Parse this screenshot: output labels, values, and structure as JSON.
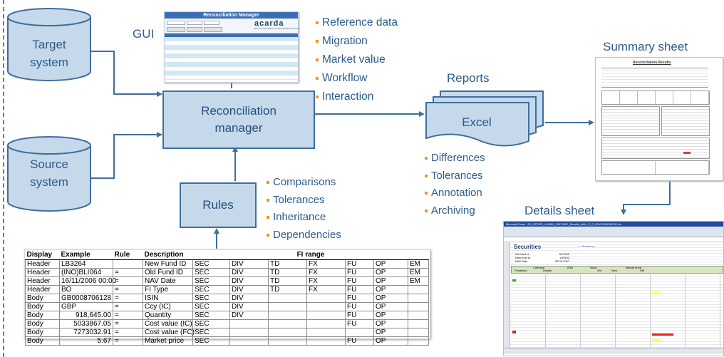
{
  "labels": {
    "gui": "GUI",
    "reports": "Reports",
    "summary_sheet": "Summary sheet",
    "details_sheet": "Details sheet"
  },
  "systems": {
    "target": [
      "Target",
      "system"
    ],
    "source": [
      "Source",
      "system"
    ]
  },
  "boxes": {
    "reconciliation_manager": [
      "Reconciliation",
      "manager"
    ],
    "rules": "Rules",
    "excel": "Excel"
  },
  "gui_bullets": [
    "Reference data",
    "Migration",
    "Market value",
    "Workflow",
    "Interaction"
  ],
  "rules_bullets": [
    "Comparisons",
    "Tolerances",
    "Inheritance",
    "Dependencies"
  ],
  "excel_bullets": [
    "Differences",
    "Tolerances",
    "Annotation",
    "Archiving"
  ],
  "gui_thumb": {
    "title": "Reconciliation Manager",
    "logo": "acarda",
    "logo_sub": "Benutzerfreundliche Komplexitätsbeherrschung"
  },
  "summary_thumb": {
    "title": "Reconciliation Results"
  },
  "details_thumb": {
    "window_title": "Microsoft Excel - 01_SST902_L00902_20070907_Results_NAV_C_F_20070925155702.xls",
    "sheet_title": "Securities",
    "summary_link": "<< Summary",
    "fields": [
      {
        "label": "Old fund id",
        "value": "SST902"
      },
      {
        "label": "New fund id",
        "value": "L00902"
      },
      {
        "label": "NAV Date",
        "value": "28.05.2007"
      }
    ],
    "headers": [
      "Common",
      "ISIN",
      "Nocd",
      "Market price"
    ],
    "subheaders": [
      "Positionid",
      "Details",
      "Old",
      "New",
      "Diff"
    ]
  },
  "rules_table": {
    "headers": [
      "Display",
      "Example",
      "Rule",
      "Description",
      "FI range"
    ],
    "rows": [
      [
        "Header",
        "LB3264",
        "",
        "New Fund ID",
        "SEC",
        "DIV",
        "TD",
        "FX",
        "FU",
        "OP",
        "EM"
      ],
      [
        "Header",
        "(INO)BLI064",
        "=",
        "Old Fund ID",
        "SEC",
        "DIV",
        "TD",
        "FX",
        "FU",
        "OP",
        "EM"
      ],
      [
        "Header",
        "16/11/2006 00:00",
        "=",
        "NAV Date",
        "SEC",
        "DIV",
        "TD",
        "FX",
        "FU",
        "OP",
        "EM"
      ],
      [
        "Header",
        "BO",
        "=",
        "FI Type",
        "SEC",
        "DIV",
        "TD",
        "FX",
        "FU",
        "OP",
        ""
      ],
      [
        "Body",
        "GB0008706128",
        "=",
        "ISIN",
        "SEC",
        "DIV",
        "",
        "",
        "FU",
        "OP",
        ""
      ],
      [
        "Body",
        "GBP",
        "=",
        "Ccy (IC)",
        "SEC",
        "DIV",
        "",
        "",
        "FU",
        "OP",
        ""
      ],
      [
        "Body",
        "918,645.00",
        "=",
        "Quantity",
        "SEC",
        "DIV",
        "",
        "",
        "FU",
        "OP",
        ""
      ],
      [
        "Body",
        "5033867.05",
        "=",
        "Cost value (IC)",
        "SEC",
        "",
        "",
        "",
        "FU",
        "OP",
        ""
      ],
      [
        "Body",
        "7273032.91",
        "=",
        "Cost value (FC)",
        "SEC",
        "",
        "",
        "",
        "",
        "OP",
        ""
      ],
      [
        "Body",
        "5.67",
        "=",
        "Market price",
        "SEC",
        "",
        "",
        "",
        "FU",
        "OP",
        ""
      ]
    ]
  },
  "colors": {
    "box_fill": "#c5d9ea",
    "box_stroke": "#3f6e9e",
    "text": "#2d5c8c",
    "bullet": "#f0922b",
    "arrow": "#3f6e9e"
  }
}
